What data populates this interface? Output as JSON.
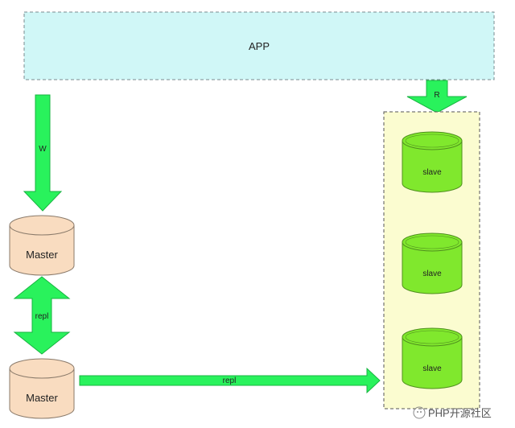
{
  "colors": {
    "app_fill": "#d0f7f7",
    "app_border": "#7a8b8f",
    "arrow_green": "#29f25c",
    "arrow_stroke": "#17b440",
    "master_fill": "#f9dcc0",
    "slave_fill": "#80e82d",
    "slave_group_fill": "#fbfcd0"
  },
  "app": {
    "label": "APP"
  },
  "arrows": {
    "write_label": "W",
    "read_label": "R",
    "repl_vertical_label": "repl",
    "repl_horizontal_label": "repl"
  },
  "masters": [
    {
      "label": "Master"
    },
    {
      "label": "Master"
    }
  ],
  "slaves": [
    {
      "label": "slave"
    },
    {
      "label": "slave"
    },
    {
      "label": "slave"
    }
  ],
  "watermark": {
    "text": "PHP开源社区"
  }
}
